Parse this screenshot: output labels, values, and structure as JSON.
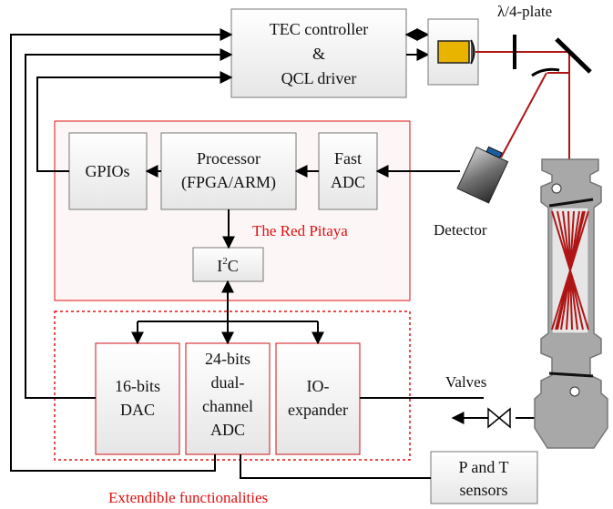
{
  "blocks": {
    "tec": [
      "TEC controller",
      "&",
      "QCL driver"
    ],
    "gpios": "GPIOs",
    "processor": [
      "Processor",
      "(FPGA/ARM)"
    ],
    "fast_adc": [
      "Fast",
      "ADC"
    ],
    "i2c": {
      "main": "I",
      "sup": "2",
      "tail": "C"
    },
    "dac16": [
      "16-bits",
      "DAC"
    ],
    "adc24": [
      "24-bits",
      "dual-",
      "channel",
      "ADC"
    ],
    "ioexp": [
      "IO-",
      "expander"
    ],
    "pt": [
      "P and T",
      "sensors"
    ]
  },
  "labels": {
    "red_pitaya": "The Red Pitaya",
    "extendible": "Extendible functionalities",
    "detector": "Detector",
    "valves": "Valves",
    "plate": "λ/4-plate"
  },
  "colors": {
    "red": "#e01010",
    "laser": "#b01515",
    "box_fill": "#f2f2f2",
    "box_stroke": "#777777",
    "qcl_yellow": "#e8b400",
    "cell_gray": "#a8a8a8"
  },
  "icons": [
    "valve-icon",
    "detector-icon",
    "qcl-laser-icon",
    "mirror-icon",
    "multipass-cell-icon"
  ]
}
